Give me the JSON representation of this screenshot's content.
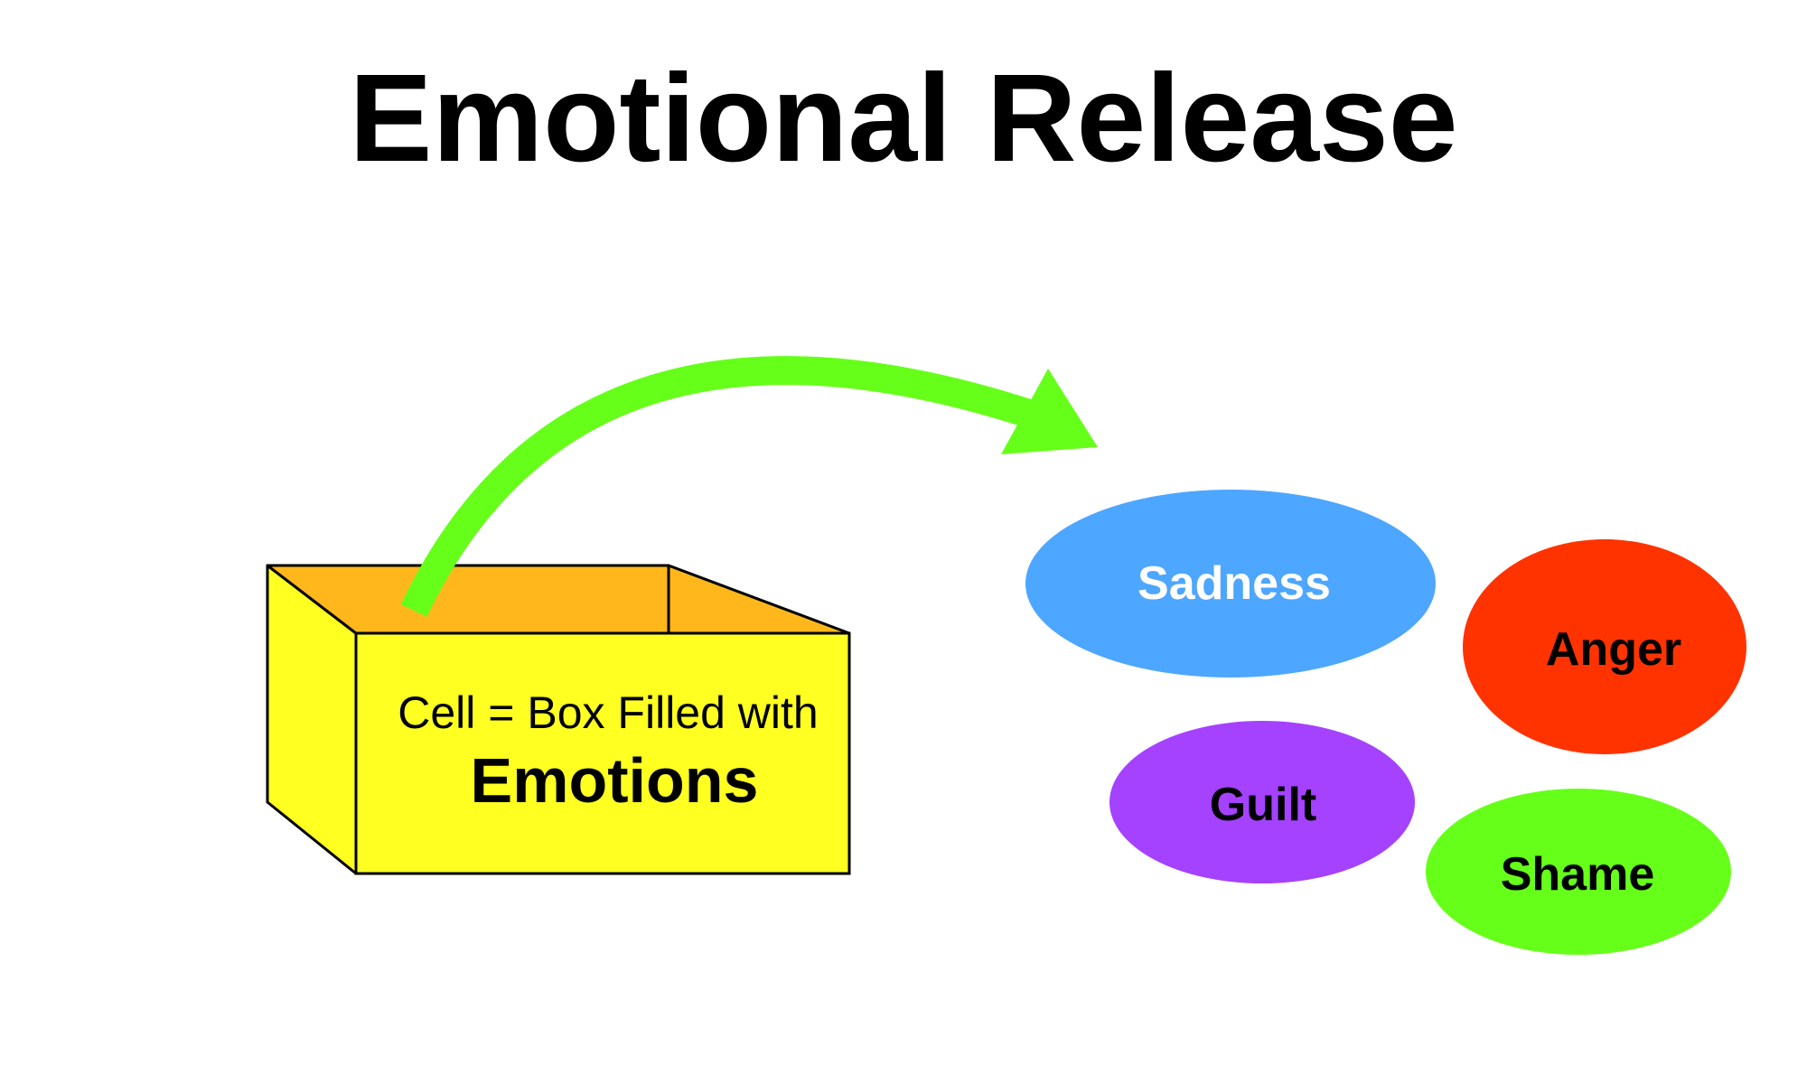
{
  "title": "Emotional Release",
  "box": {
    "line1": "Cell = Box Filled with",
    "line2": "Emotions"
  },
  "emotions": [
    {
      "label": "Sadness",
      "color": "#4da6ff",
      "text_color": "#ffffff"
    },
    {
      "label": "Anger",
      "color": "#ff3300",
      "text_color": "#000000"
    },
    {
      "label": "Guilt",
      "color": "#a442ff",
      "text_color": "#000000"
    },
    {
      "label": "Shame",
      "color": "#66ff19",
      "text_color": "#000000"
    }
  ],
  "colors": {
    "box_front": "#ffff22",
    "box_inside": "#ffb71c",
    "arrow": "#66ff19"
  }
}
